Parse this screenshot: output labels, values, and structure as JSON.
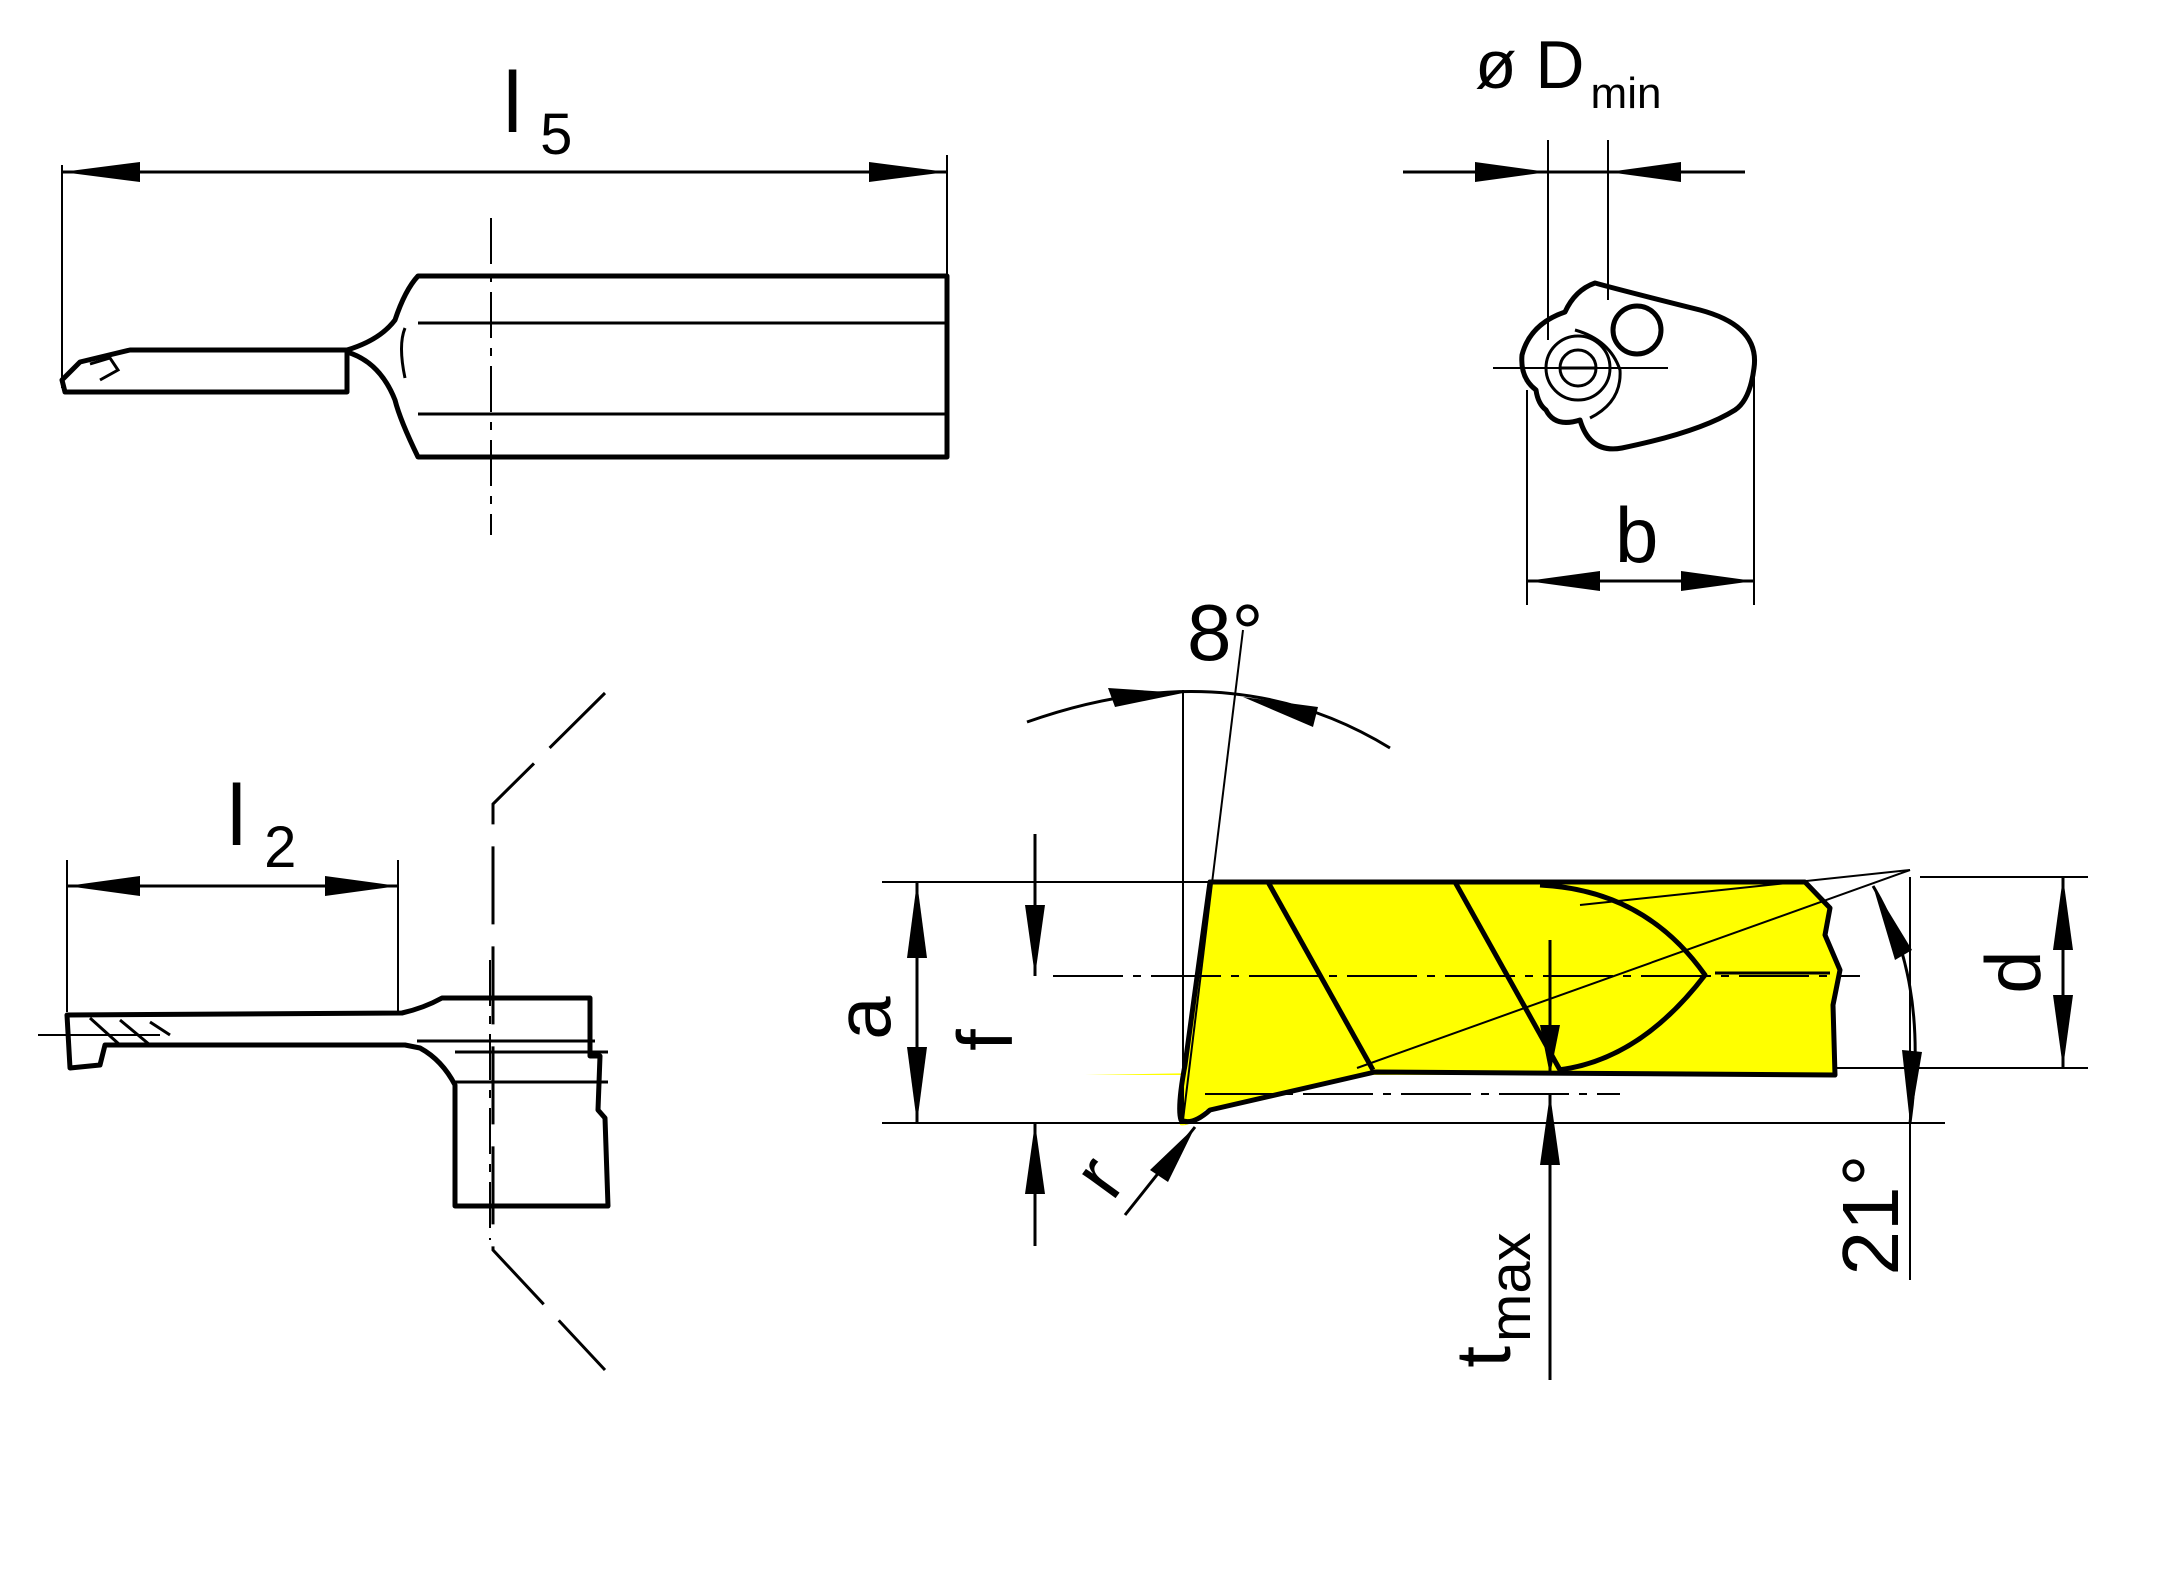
{
  "colors": {
    "insert": "#ffff00",
    "holder": "#e0e0e0",
    "outline": "#000000",
    "background": "#ffffff"
  },
  "labels": {
    "l5": {
      "main": "l",
      "sub": "5"
    },
    "l2": {
      "main": "l",
      "sub": "2"
    },
    "dmin": {
      "main": "ø D",
      "sub": "min"
    },
    "b": "b",
    "angle_top": "8°",
    "a": "a",
    "f": "f",
    "d": "d",
    "r": "r",
    "tmax": {
      "main": "t",
      "sub": "max"
    },
    "angle_side": "21°"
  }
}
